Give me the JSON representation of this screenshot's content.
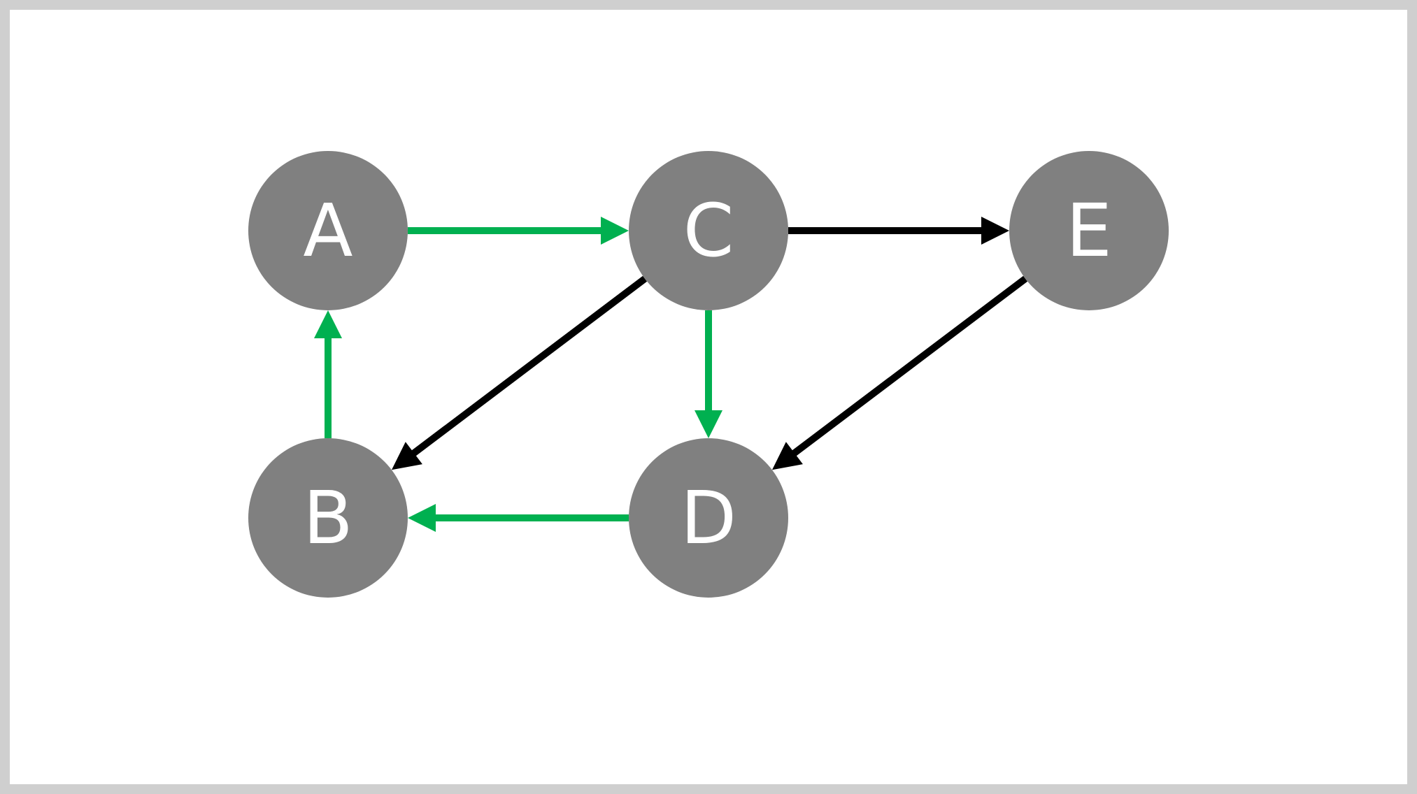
{
  "colors": {
    "node_fill": "#808080",
    "node_text": "#ffffff",
    "edge_default": "#000000",
    "edge_highlight": "#00b050",
    "frame_border": "#cfcfcf",
    "background": "#ffffff"
  },
  "nodes": [
    {
      "id": "A",
      "label": "A"
    },
    {
      "id": "B",
      "label": "B"
    },
    {
      "id": "C",
      "label": "C"
    },
    {
      "id": "D",
      "label": "D"
    },
    {
      "id": "E",
      "label": "E"
    }
  ],
  "edges": [
    {
      "from": "A",
      "to": "C",
      "highlighted": true
    },
    {
      "from": "C",
      "to": "E",
      "highlighted": false
    },
    {
      "from": "C",
      "to": "B",
      "highlighted": false
    },
    {
      "from": "C",
      "to": "D",
      "highlighted": true
    },
    {
      "from": "E",
      "to": "D",
      "highlighted": false
    },
    {
      "from": "B",
      "to": "A",
      "highlighted": true
    },
    {
      "from": "D",
      "to": "B",
      "highlighted": true
    }
  ]
}
